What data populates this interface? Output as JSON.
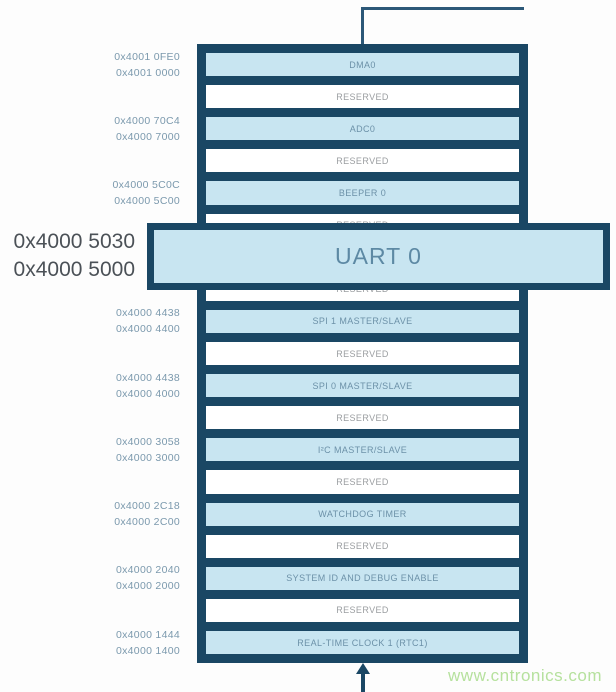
{
  "diagram": {
    "rows": [
      {
        "label": "DMA0",
        "kind": "peripheral",
        "addr_high": "0x4001 0FE0",
        "addr_low": "0x4001 0000"
      },
      {
        "label": "RESERVED",
        "kind": "reserved"
      },
      {
        "label": "ADC0",
        "kind": "peripheral",
        "addr_high": "0x4000 70C4",
        "addr_low": "0x4000 7000"
      },
      {
        "label": "RESERVED",
        "kind": "reserved"
      },
      {
        "label": "BEEPER 0",
        "kind": "peripheral",
        "addr_high": "0x4000 5C0C",
        "addr_low": "0x4000 5C00"
      },
      {
        "label": "RESERVED",
        "kind": "reserved"
      },
      {
        "label": "UART 0",
        "kind": "peripheral",
        "hidden_by_callout": true
      },
      {
        "label": "RESERVED",
        "kind": "reserved"
      },
      {
        "label": "SPI 1 MASTER/SLAVE",
        "kind": "peripheral",
        "addr_high": "0x4000 4438",
        "addr_low": "0x4000 4400"
      },
      {
        "label": "RESERVED",
        "kind": "reserved"
      },
      {
        "label": "SPI 0 MASTER/SLAVE",
        "kind": "peripheral",
        "addr_high": "0x4000 4438",
        "addr_low": "0x4000 4000"
      },
      {
        "label": "RESERVED",
        "kind": "reserved"
      },
      {
        "label": "I²C MASTER/SLAVE",
        "kind": "peripheral",
        "addr_high": "0x4000 3058",
        "addr_low": "0x4000 3000"
      },
      {
        "label": "RESERVED",
        "kind": "reserved"
      },
      {
        "label": "WATCHDOG TIMER",
        "kind": "peripheral",
        "addr_high": "0x4000 2C18",
        "addr_low": "0x4000 2C00"
      },
      {
        "label": "RESERVED",
        "kind": "reserved"
      },
      {
        "label": "SYSTEM ID AND DEBUG ENABLE",
        "kind": "peripheral",
        "addr_high": "0x4000 2040",
        "addr_low": "0x4000 2000"
      },
      {
        "label": "RESERVED",
        "kind": "reserved"
      },
      {
        "label": "REAL-TIME CLOCK 1 (RTC1)",
        "kind": "peripheral",
        "addr_high": "0x4000 1444",
        "addr_low": "0x4000 1400"
      }
    ],
    "callout": {
      "label": "UART 0",
      "addr_high": "0x4000 5030",
      "addr_low": "0x4000 5000"
    },
    "watermark": "www.cntronics.com",
    "colors": {
      "navy": "#1a4764",
      "light_blue": "#c8e5f1",
      "row_label_blue": "#6c91a8",
      "reserved_gray": "#9b9ea1",
      "address_blue": "#7b99ad",
      "callout_addr_gray": "#4b5157",
      "connector": "#2c5878",
      "watermark_green": "#b6e19e"
    }
  }
}
